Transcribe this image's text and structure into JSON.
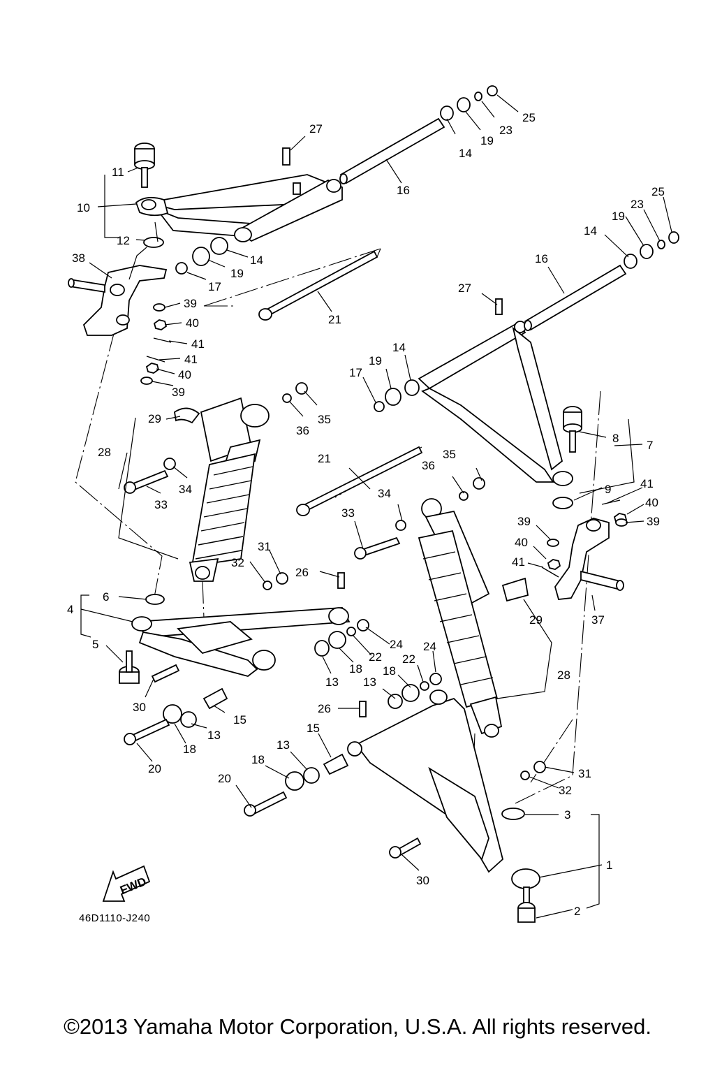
{
  "diagram_code": "46D1110-J240",
  "copyright": "©2013 Yamaha Motor Corporation, U.S.A. All rights reserved.",
  "fwd_label": "FWD",
  "callouts": [
    {
      "id": "c11",
      "text": "11"
    },
    {
      "id": "c10",
      "text": "10"
    },
    {
      "id": "c12",
      "text": "12"
    },
    {
      "id": "c38",
      "text": "38"
    },
    {
      "id": "c27a",
      "text": "27"
    },
    {
      "id": "c16a",
      "text": "16"
    },
    {
      "id": "c14a",
      "text": "14"
    },
    {
      "id": "c19a",
      "text": "19"
    },
    {
      "id": "c23a",
      "text": "23"
    },
    {
      "id": "c25a",
      "text": "25"
    },
    {
      "id": "c14b",
      "text": "14"
    },
    {
      "id": "c19b",
      "text": "19"
    },
    {
      "id": "c17a",
      "text": "17"
    },
    {
      "id": "c21a",
      "text": "21"
    },
    {
      "id": "c39a",
      "text": "39"
    },
    {
      "id": "c40a",
      "text": "40"
    },
    {
      "id": "c41a",
      "text": "41"
    },
    {
      "id": "c41b",
      "text": "41"
    },
    {
      "id": "c40b",
      "text": "40"
    },
    {
      "id": "c39b",
      "text": "39"
    },
    {
      "id": "c25b",
      "text": "25"
    },
    {
      "id": "c23b",
      "text": "23"
    },
    {
      "id": "c19c",
      "text": "19"
    },
    {
      "id": "c14c",
      "text": "14"
    },
    {
      "id": "c16b",
      "text": "16"
    },
    {
      "id": "c27b",
      "text": "27"
    },
    {
      "id": "c14d",
      "text": "14"
    },
    {
      "id": "c19d",
      "text": "19"
    },
    {
      "id": "c17b",
      "text": "17"
    },
    {
      "id": "c29a",
      "text": "29"
    },
    {
      "id": "c28a",
      "text": "28"
    },
    {
      "id": "c36a",
      "text": "36"
    },
    {
      "id": "c35a",
      "text": "35"
    },
    {
      "id": "c34a",
      "text": "34"
    },
    {
      "id": "c33a",
      "text": "33"
    },
    {
      "id": "c21b",
      "text": "21"
    },
    {
      "id": "c8",
      "text": "8"
    },
    {
      "id": "c7",
      "text": "7"
    },
    {
      "id": "c35b",
      "text": "35"
    },
    {
      "id": "c36b",
      "text": "36"
    },
    {
      "id": "c9",
      "text": "9"
    },
    {
      "id": "c41c",
      "text": "41"
    },
    {
      "id": "c40c",
      "text": "40"
    },
    {
      "id": "c39c",
      "text": "39"
    },
    {
      "id": "c34b",
      "text": "34"
    },
    {
      "id": "c33b",
      "text": "33"
    },
    {
      "id": "c39d",
      "text": "39"
    },
    {
      "id": "c40d",
      "text": "40"
    },
    {
      "id": "c41d",
      "text": "41"
    },
    {
      "id": "c31a",
      "text": "31"
    },
    {
      "id": "c32a",
      "text": "32"
    },
    {
      "id": "c26a",
      "text": "26"
    },
    {
      "id": "c6",
      "text": "6"
    },
    {
      "id": "c4",
      "text": "4"
    },
    {
      "id": "c5",
      "text": "5"
    },
    {
      "id": "c29b",
      "text": "29"
    },
    {
      "id": "c37",
      "text": "37"
    },
    {
      "id": "c24a",
      "text": "24"
    },
    {
      "id": "c22a",
      "text": "22"
    },
    {
      "id": "c18a",
      "text": "18"
    },
    {
      "id": "c13a",
      "text": "13"
    },
    {
      "id": "c30a",
      "text": "30"
    },
    {
      "id": "c24b",
      "text": "24"
    },
    {
      "id": "c22b",
      "text": "22"
    },
    {
      "id": "c18b",
      "text": "18"
    },
    {
      "id": "c13b",
      "text": "13"
    },
    {
      "id": "c28b",
      "text": "28"
    },
    {
      "id": "c15a",
      "text": "15"
    },
    {
      "id": "c13c",
      "text": "13"
    },
    {
      "id": "c18c",
      "text": "18"
    },
    {
      "id": "c20a",
      "text": "20"
    },
    {
      "id": "c26b",
      "text": "26"
    },
    {
      "id": "c15b",
      "text": "15"
    },
    {
      "id": "c13d",
      "text": "13"
    },
    {
      "id": "c18d",
      "text": "18"
    },
    {
      "id": "c20b",
      "text": "20"
    },
    {
      "id": "c31b",
      "text": "31"
    },
    {
      "id": "c32b",
      "text": "32"
    },
    {
      "id": "c3",
      "text": "3"
    },
    {
      "id": "c1",
      "text": "1"
    },
    {
      "id": "c30b",
      "text": "30"
    },
    {
      "id": "c2",
      "text": "2"
    }
  ]
}
